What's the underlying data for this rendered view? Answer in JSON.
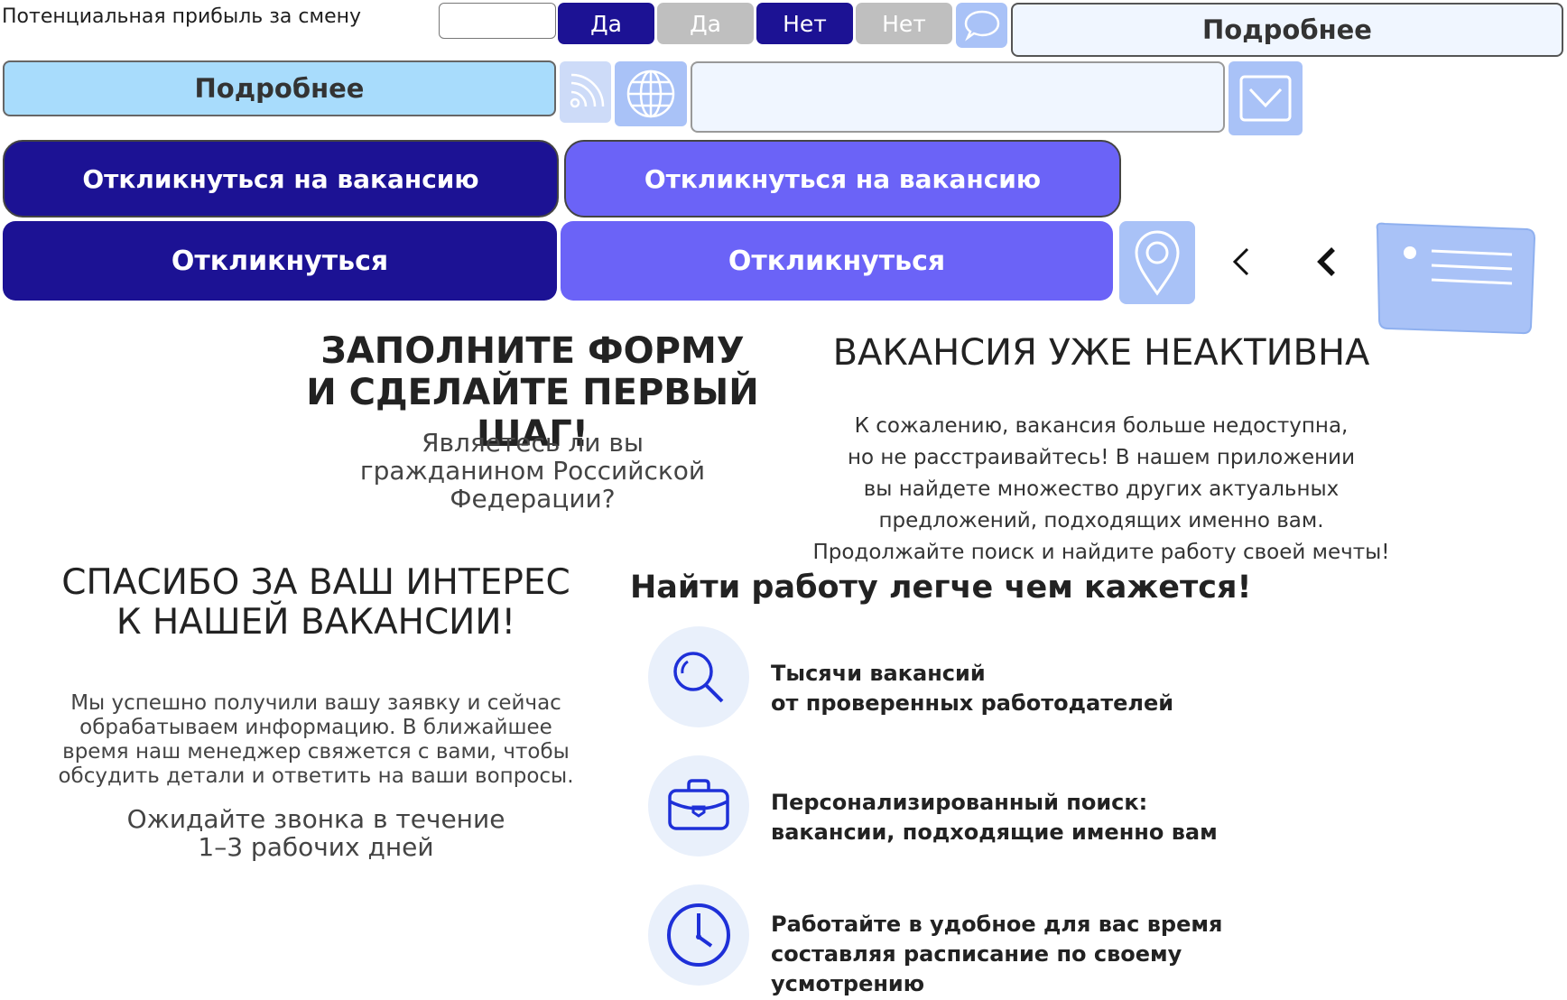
{
  "profit_label": "Потенциальная прибыль за смену",
  "profit_input": {
    "value": "",
    "placeholder": ""
  },
  "toggles": [
    {
      "label": "Да",
      "state": "active"
    },
    {
      "label": "Да",
      "state": "disabled"
    },
    {
      "label": "Нет",
      "state": "active"
    },
    {
      "label": "Нет",
      "state": "disabled"
    }
  ],
  "more_buttons": {
    "outline": "Подробнее",
    "light": "Подробнее"
  },
  "message_input": {
    "value": "",
    "placeholder": ""
  },
  "apply_buttons": {
    "long_primary": "Откликнуться на вакансию",
    "long_secondary": "Откликнуться на вакансию",
    "short_primary": "Откликнуться",
    "short_secondary": "Откликнуться"
  },
  "form_section": {
    "title_line1": "ЗАПОЛНИТЕ ФОРМУ",
    "title_line2": "И СДЕЛАЙТЕ ПЕРВЫЙ ШАГ!",
    "question_lines": [
      "Являетесь ли вы",
      "гражданином Российской",
      "Федерации?"
    ]
  },
  "inactive_section": {
    "title": "ВАКАНСИЯ УЖЕ НЕАКТИВНА",
    "text_lines": [
      "К сожалению, вакансия больше недоступна,",
      "но не расстраивайтесь! В нашем приложении",
      "вы найдете множество других актуальных",
      "предложений, подходящих именно вам.",
      "Продолжайте поиск и найдите работу своей мечты!"
    ]
  },
  "thanks_section": {
    "title_line1": "СПАСИБО ЗА ВАШ ИНТЕРЕС",
    "title_line2": "К НАШЕЙ ВАКАНСИИ!",
    "text_lines": [
      "Мы успешно получили вашу заявку и сейчас",
      "обрабатываем информацию. В ближайшее",
      "время наш менеджер свяжется с вами, чтобы",
      "обсудить детали и ответить на ваши вопросы."
    ],
    "wait_lines": [
      "Ожидайте звонка в течение",
      "1–3 рабочих дней"
    ]
  },
  "features": {
    "title": "Найти работу легче чем кажется!",
    "items": [
      {
        "icon": "search-icon",
        "line1": "Тысячи вакансий",
        "line2": "от проверенных работодателей",
        "line3": ""
      },
      {
        "icon": "briefcase-icon",
        "line1": "Персонализированный поиск:",
        "line2": "вакансии, подходящие именно вам",
        "line3": ""
      },
      {
        "icon": "clock-icon",
        "line1": "Работайте в удобное для вас время",
        "line2": "составляя расписание по своему",
        "line3": "усмотрению"
      }
    ]
  },
  "colors": {
    "primary": "#1c1294",
    "secondary": "#6b63f7",
    "disabled": "#bfbfbf",
    "light_blue": "#a8dcfc",
    "icon_tile": "#a9c2f7",
    "feature_circle": "#e9f0fb",
    "feature_icon": "#1e30d8",
    "pale_fill": "#f0f6ff"
  }
}
